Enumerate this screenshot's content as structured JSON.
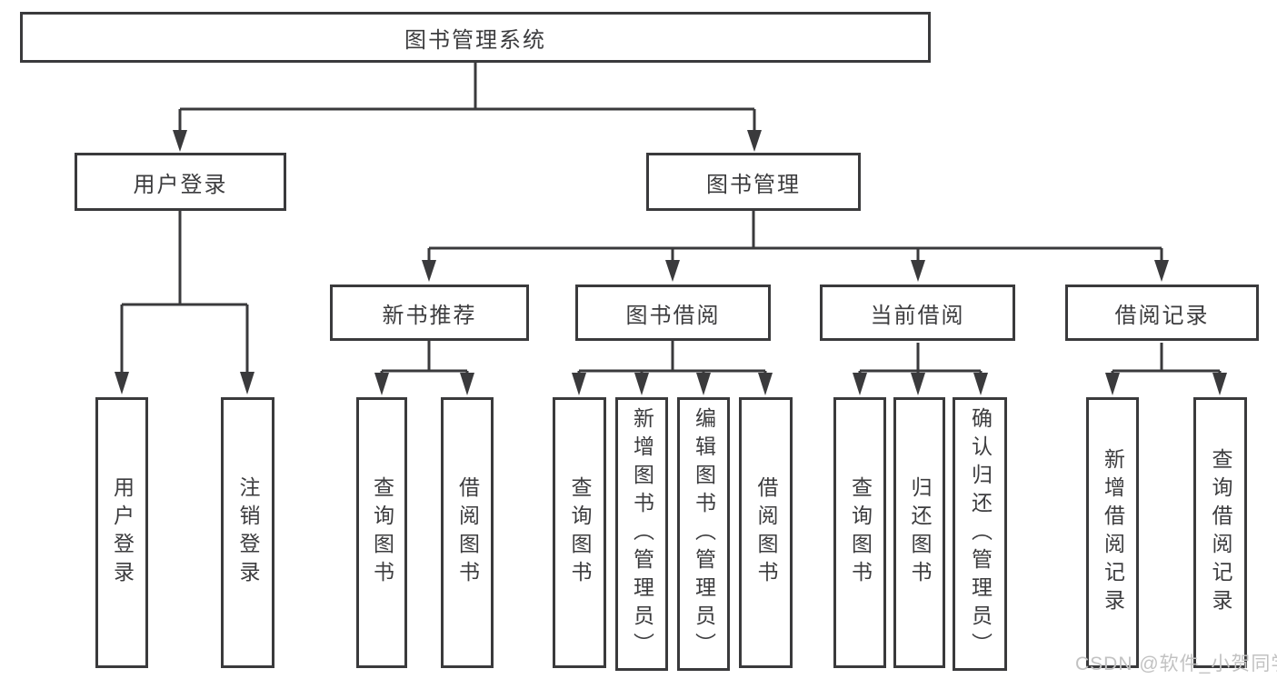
{
  "diagram": {
    "root": "图书管理系统",
    "branches": [
      {
        "label": "用户登录",
        "children": [
          "用户登录",
          "注销登录"
        ]
      },
      {
        "label": "图书管理",
        "sections": [
          {
            "label": "新书推荐",
            "children": [
              "查询图书",
              "借阅图书"
            ]
          },
          {
            "label": "图书借阅",
            "children": [
              "查询图书",
              "新增图书（管理员）",
              "编辑图书（管理员）",
              "借阅图书"
            ]
          },
          {
            "label": "当前借阅",
            "children": [
              "查询图书",
              "归还图书",
              "确认归还（管理员）"
            ]
          },
          {
            "label": "借阅记录",
            "children": [
              "新增借阅记录",
              "查询借阅记录"
            ]
          }
        ]
      }
    ]
  },
  "watermark": {
    "text": "CSDN @软件_小贺同学"
  },
  "colors": {
    "line": "#3a3a3c",
    "text": "#3c3c3e",
    "background": "#ffffff",
    "watermark": "#c2c2c2"
  }
}
